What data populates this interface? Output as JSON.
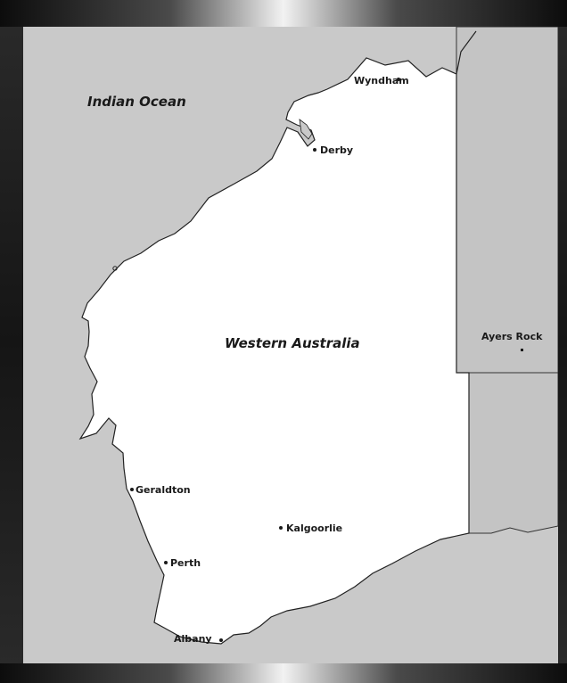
{
  "map": {
    "region": "Western Australia",
    "ocean": "Indian Ocean",
    "colors": {
      "sea": "#c9c9c9",
      "land": "#ffffff",
      "neighbor": "#c4c4c4",
      "frame": "#1e1e1e",
      "text": "#1a1a1a"
    },
    "places": {
      "wyndham": "Wyndham",
      "derby": "Derby",
      "geraldton": "Geraldton",
      "kalgoorlie": "Kalgoorlie",
      "perth": "Perth",
      "albany": "Albany",
      "ayers_rock": "Ayers Rock"
    }
  }
}
